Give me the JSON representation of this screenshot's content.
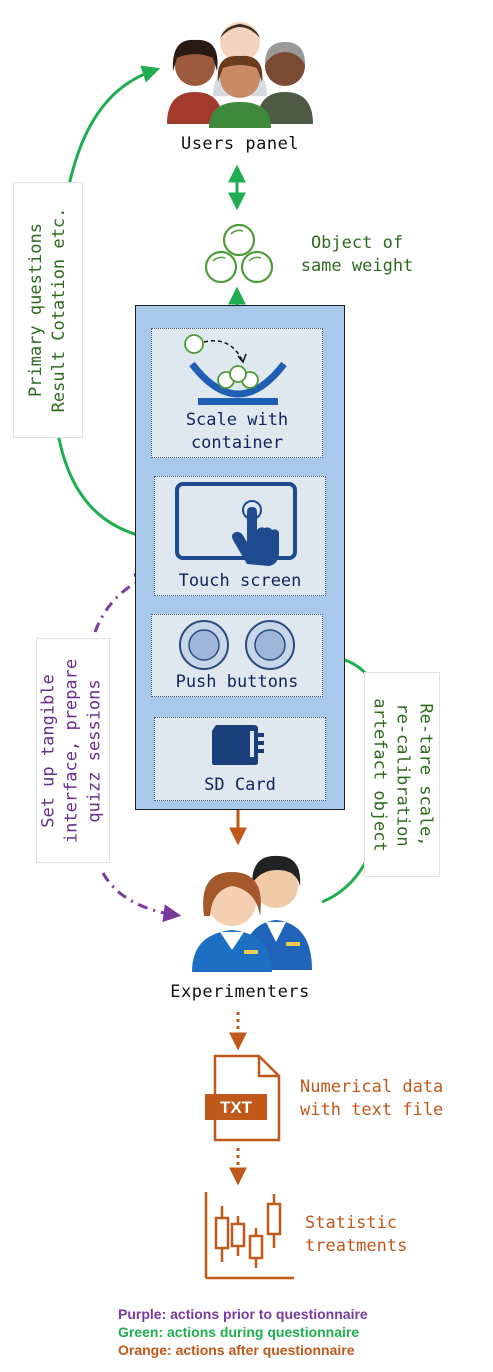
{
  "nodes": {
    "users_panel": "Users panel",
    "object_line1": "Object of",
    "object_line2": "same weight",
    "scale_line1": "Scale with",
    "scale_line2": "container",
    "touch_screen": "Touch screen",
    "push_buttons": "Push buttons",
    "sd_card": "SD Card",
    "experimenters": "Experimenters",
    "data_line1": "Numerical data",
    "data_line2": "with text file",
    "txt_badge": "TXT",
    "stats_line1": "Statistic",
    "stats_line2": "treatments"
  },
  "side_labels": {
    "green_left_line1": "Primary questions",
    "green_left_line2": "Result Cotation etc.",
    "purple_line1": "Set up tangible",
    "purple_line2": "interface, prepare",
    "purple_line3": "quizz sessions",
    "green_right_line1": "Re-tare scale,",
    "green_right_line2": "re-calibration",
    "green_right_line3": "artefact object"
  },
  "legend": {
    "purple": "Purple: actions prior to questionnaire",
    "green": "Green: actions during  questionnaire",
    "orange": "Orange: actions after questionnaire"
  },
  "colors": {
    "green": "#1fae4f",
    "purple": "#7b3a9e",
    "orange": "#c0581a",
    "panel_blue": "#a9c9ea",
    "navy": "#10245c"
  }
}
